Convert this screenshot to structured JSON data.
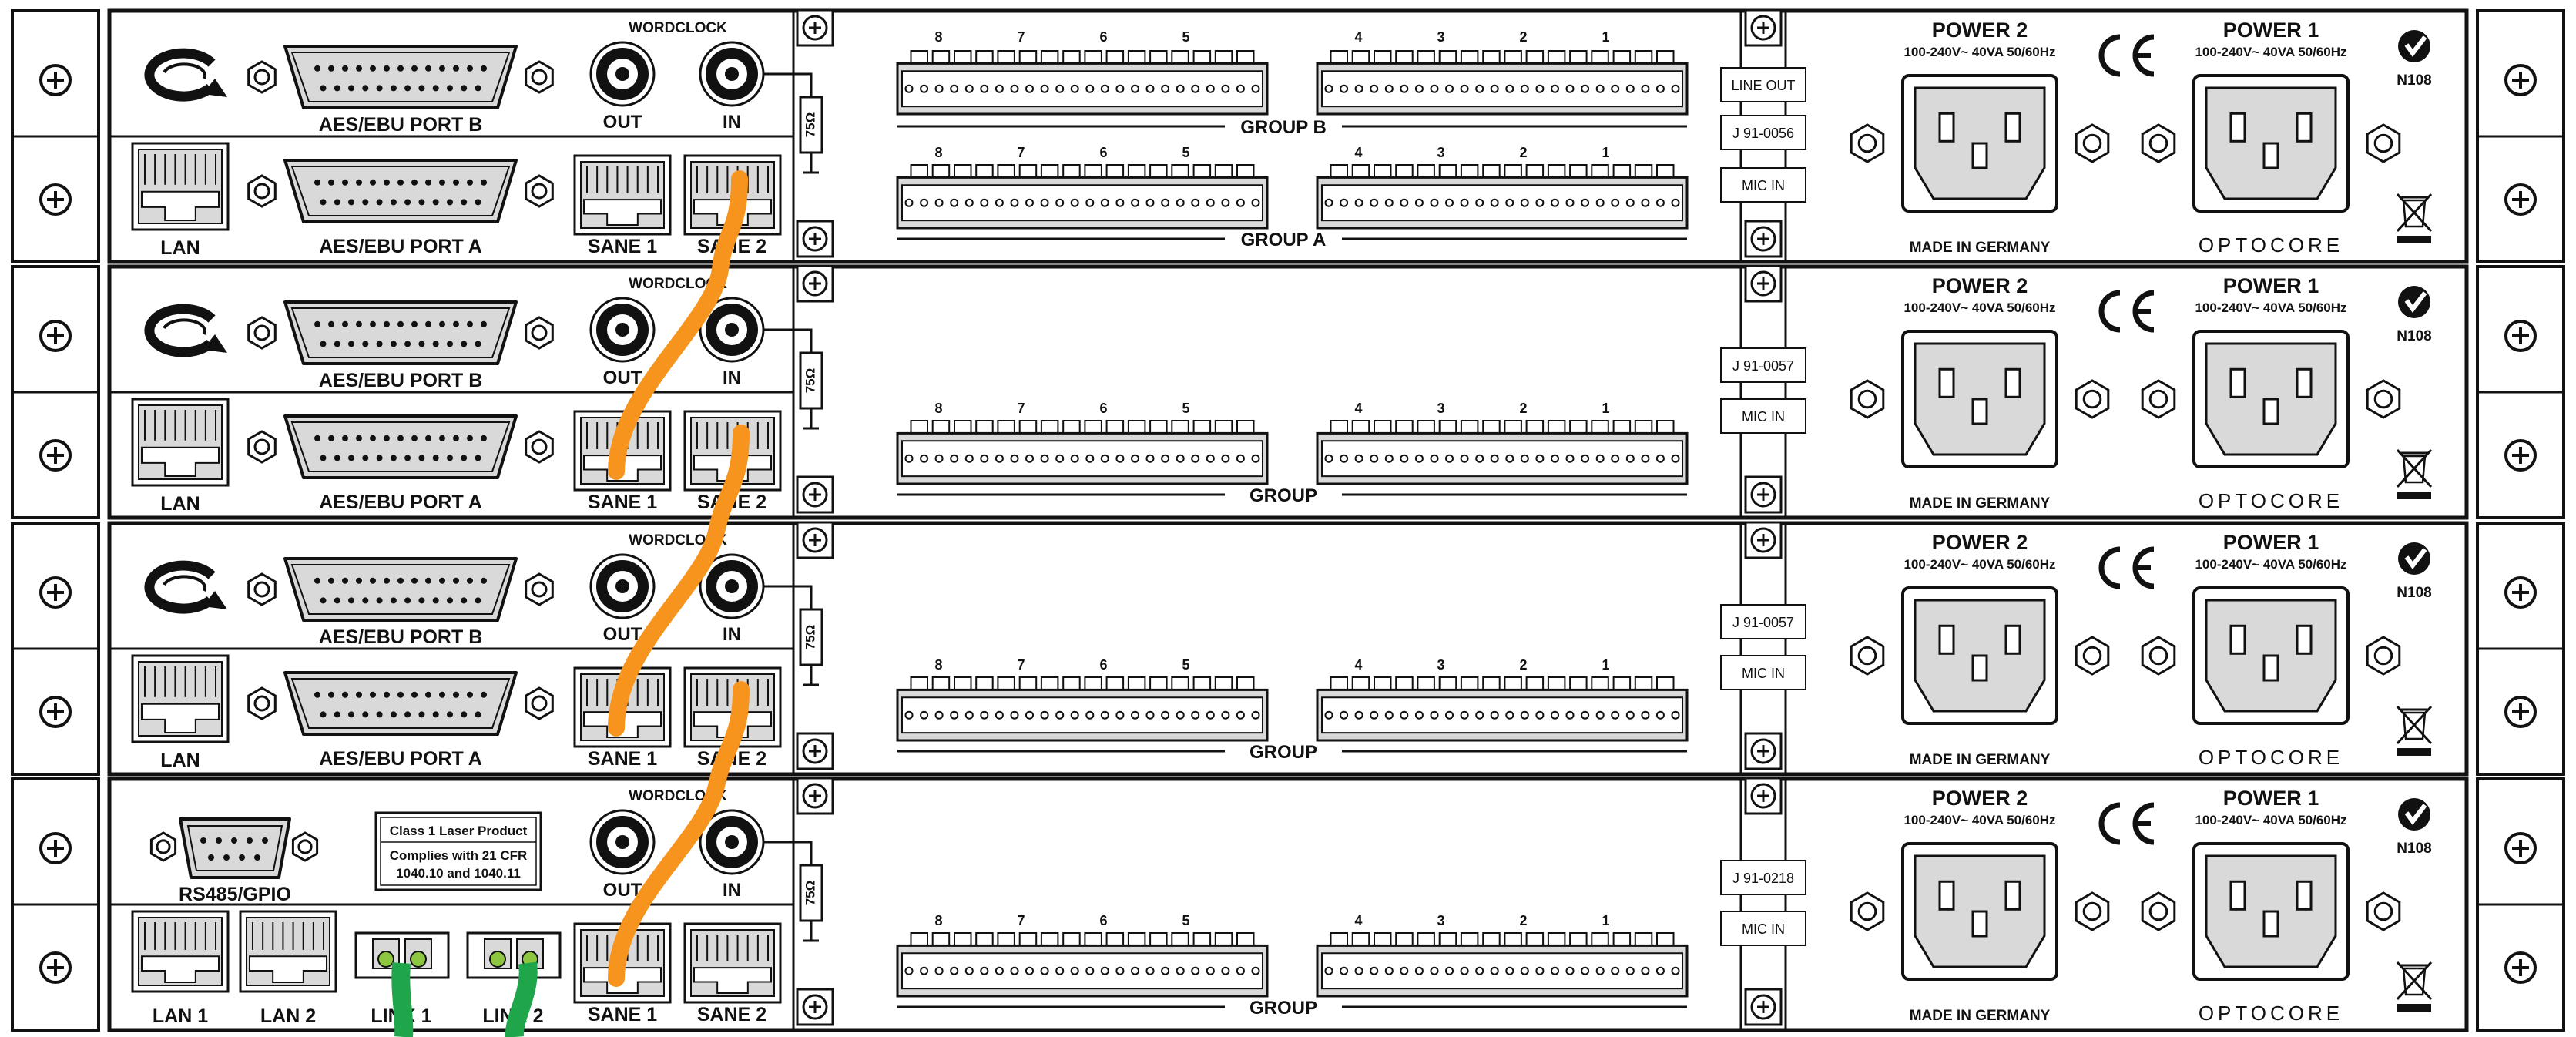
{
  "labels": {
    "wordclock": "WORDCLOCK",
    "out": "OUT",
    "in": "IN",
    "ohm": "75Ω",
    "aes_b": "AES/EBU PORT B",
    "aes_a": "AES/EBU PORT A",
    "lan": "LAN",
    "sane1": "SANE 1",
    "sane2": "SANE 2",
    "power2": "POWER 2",
    "power1": "POWER 1",
    "power_spec": "100-240V~ 40VA 50/60Hz",
    "ce": "CE",
    "n108": "N108",
    "made_in": "MADE IN GERMANY",
    "brand": "OPTOCORE",
    "group": "GROUP",
    "group_a": "GROUP A",
    "group_b": "GROUP B",
    "line_out": "LINE OUT",
    "mic_in": "MIC IN",
    "rs485": "RS485/GPIO",
    "lan1": "LAN 1",
    "lan2": "LAN 2",
    "link1": "LINK 1",
    "link2": "LINK 2",
    "laser_title": "Class 1 Laser Product",
    "laser_line1": "Complies with 21 CFR",
    "laser_line2": "1040.10 and 1040.11"
  },
  "channel_numbers_left": [
    "8",
    "7",
    "6",
    "5"
  ],
  "channel_numbers_right": [
    "4",
    "3",
    "2",
    "1"
  ],
  "units": [
    {
      "model": "J 91-0056"
    },
    {
      "model": "J 91-0057"
    },
    {
      "model": "J 91-0057"
    },
    {
      "model": "J 91-0218"
    }
  ],
  "colors": {
    "panel_stroke": "#111111",
    "port_fill": "#d9d9d9",
    "cable_orange": "#f7941d",
    "cable_green": "#1fa64a",
    "led_green": "#8dc63f"
  }
}
